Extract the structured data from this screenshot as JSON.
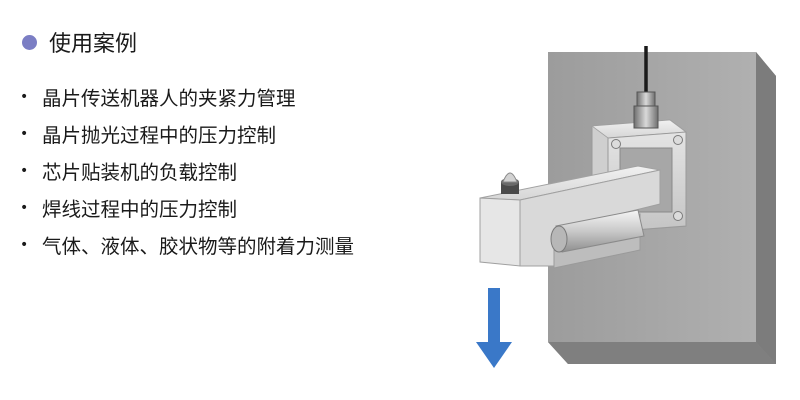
{
  "section": {
    "title": "使用案例",
    "dot_color": "#7b7ec4"
  },
  "bullets": [
    "晶片传送机器人的夹紧力管理",
    "晶片抛光过程中的压力控制",
    "芯片贴装机的负载控制",
    "焊线过程中的压力控制",
    "气体、液体、胶状物等的附着力测量"
  ],
  "illustration": {
    "subject": "load-cell-mounted-on-wall",
    "arrow_color": "#3a78c8",
    "wall_color": "#a9a9a9"
  }
}
